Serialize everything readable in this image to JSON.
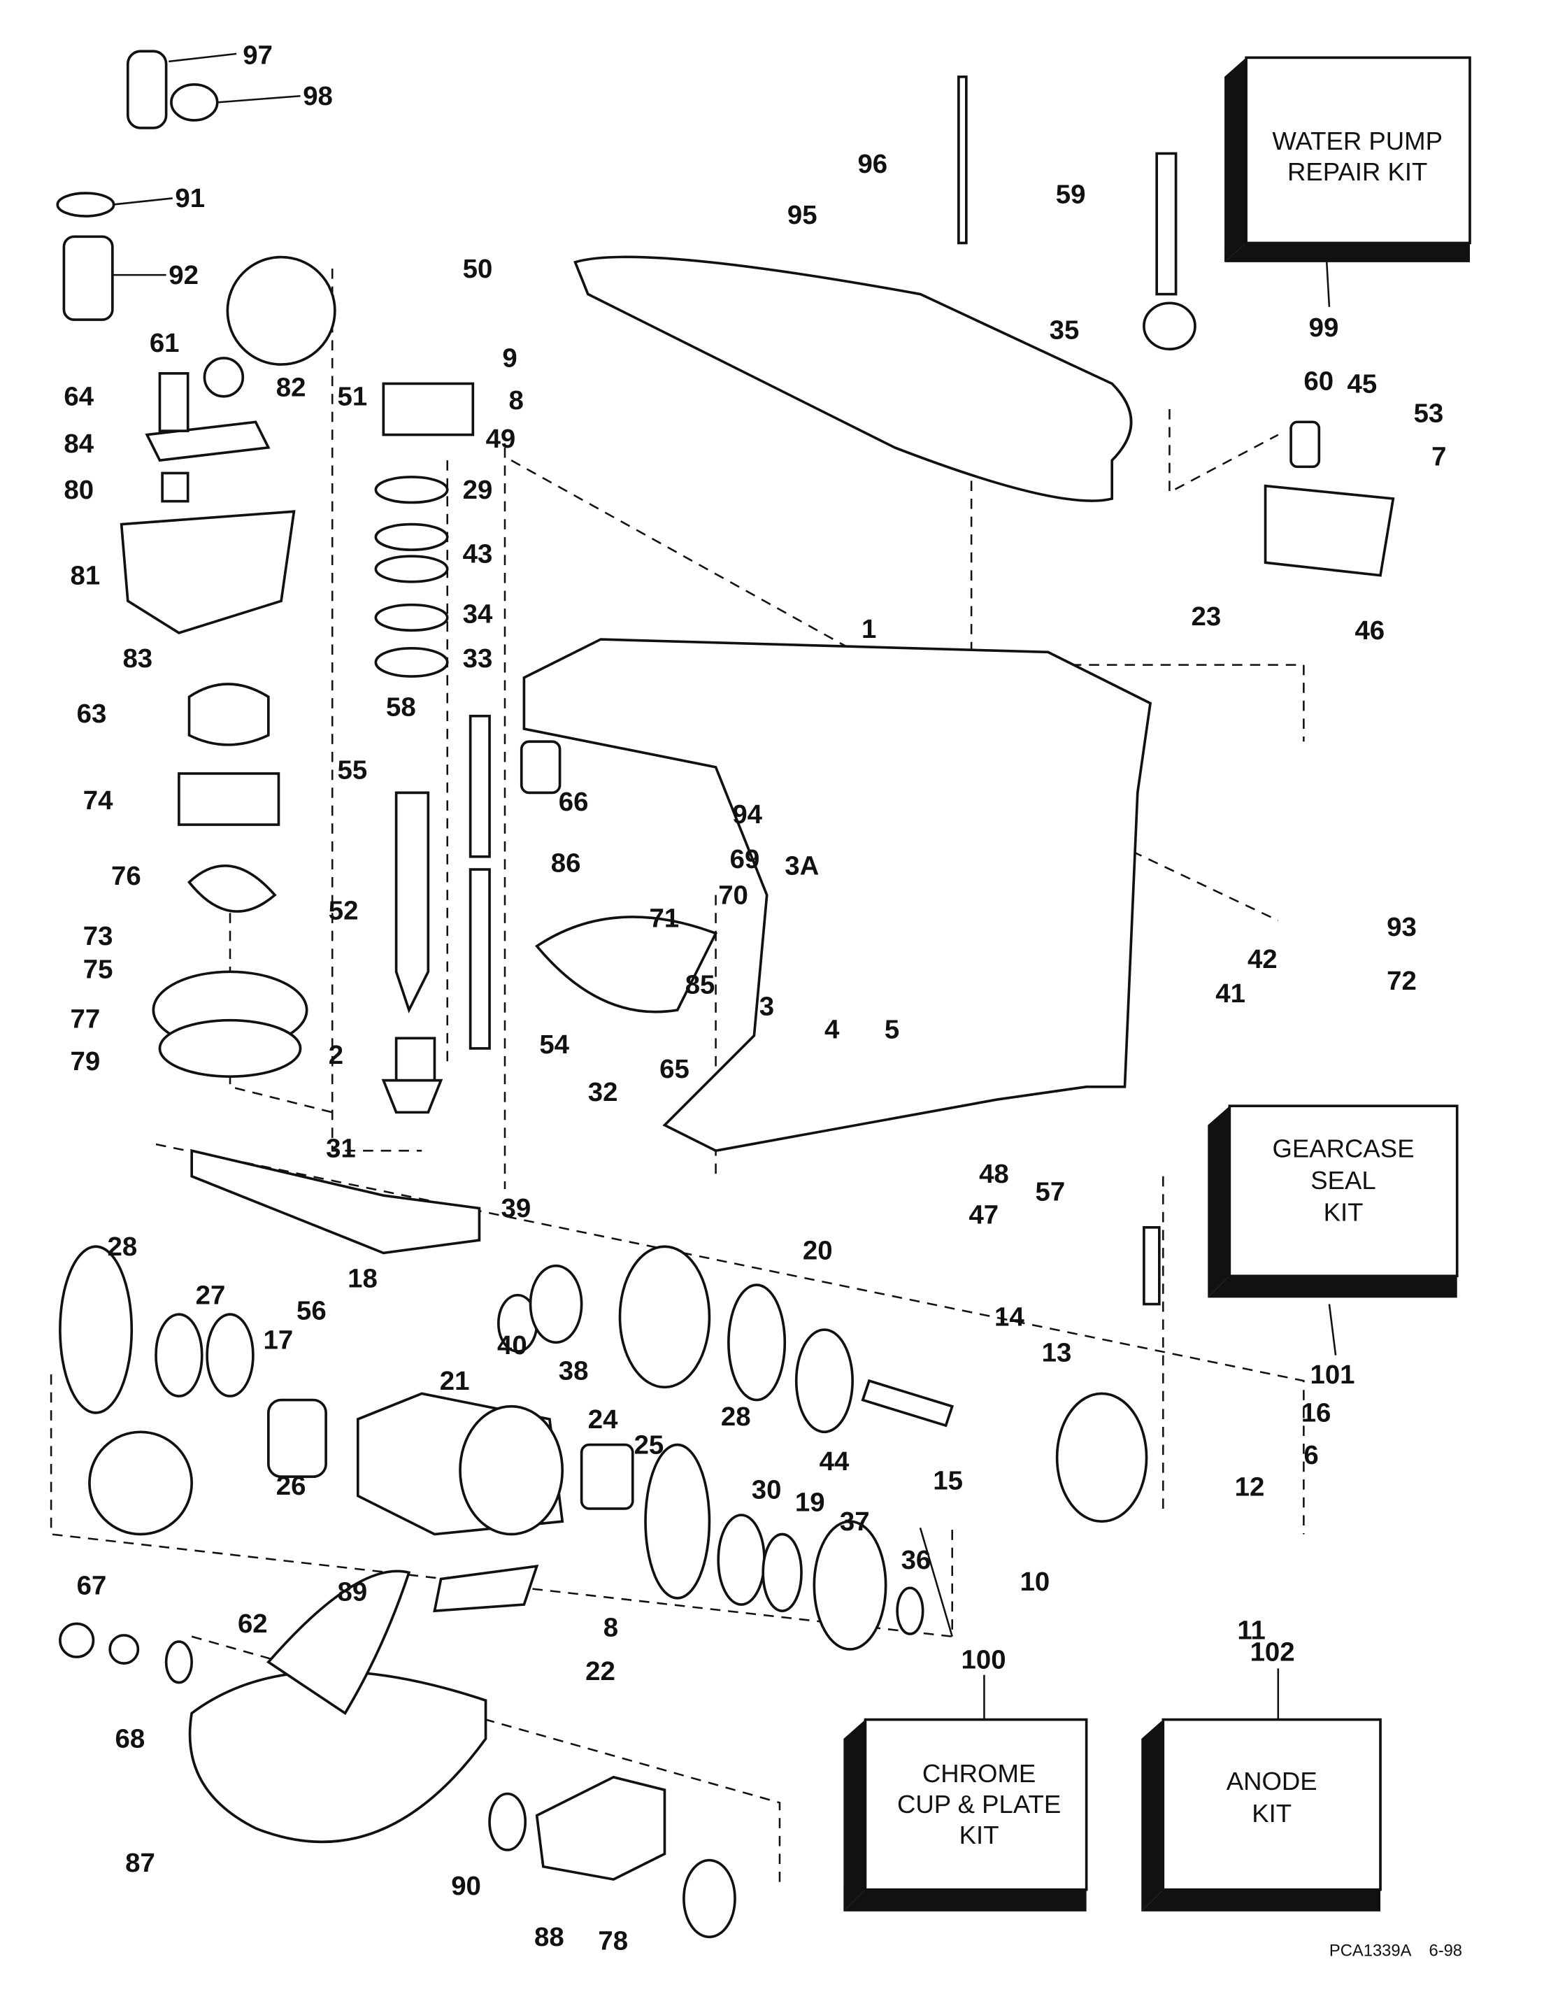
{
  "diagram": {
    "part_labels": [
      "97",
      "98",
      "91",
      "92",
      "50",
      "9",
      "61",
      "64",
      "51",
      "8",
      "82",
      "84",
      "49",
      "80",
      "29",
      "43",
      "81",
      "34",
      "33",
      "83",
      "63",
      "58",
      "55",
      "74",
      "76",
      "52",
      "73",
      "75",
      "77",
      "2",
      "54",
      "79",
      "32",
      "31",
      "39",
      "18",
      "28",
      "27",
      "56",
      "17",
      "21",
      "40",
      "38",
      "20",
      "14",
      "13",
      "24",
      "25",
      "28",
      "44",
      "15",
      "26",
      "30",
      "19",
      "37",
      "36",
      "10",
      "16",
      "6",
      "12",
      "11",
      "8",
      "22",
      "67",
      "62",
      "89",
      "68",
      "87",
      "90",
      "88",
      "78",
      "100",
      "102",
      "101",
      "57",
      "48",
      "47",
      "96",
      "95",
      "59",
      "35",
      "99",
      "60",
      "45",
      "53",
      "7",
      "23",
      "46",
      "1",
      "66",
      "94",
      "69",
      "86",
      "3A",
      "70",
      "71",
      "93",
      "72",
      "42",
      "41",
      "3",
      "4",
      "5",
      "85",
      "65"
    ],
    "kits": {
      "water_pump": [
        "WATER PUMP",
        "REPAIR KIT"
      ],
      "gearcase_seal": [
        "GEARCASE",
        "SEAL",
        "KIT"
      ],
      "chrome_cup": [
        "CHROME",
        "CUP & PLATE",
        "KIT"
      ],
      "anode": [
        "ANODE",
        "KIT"
      ]
    },
    "footer": {
      "code": "PCA1339A",
      "date": "6-98"
    }
  }
}
